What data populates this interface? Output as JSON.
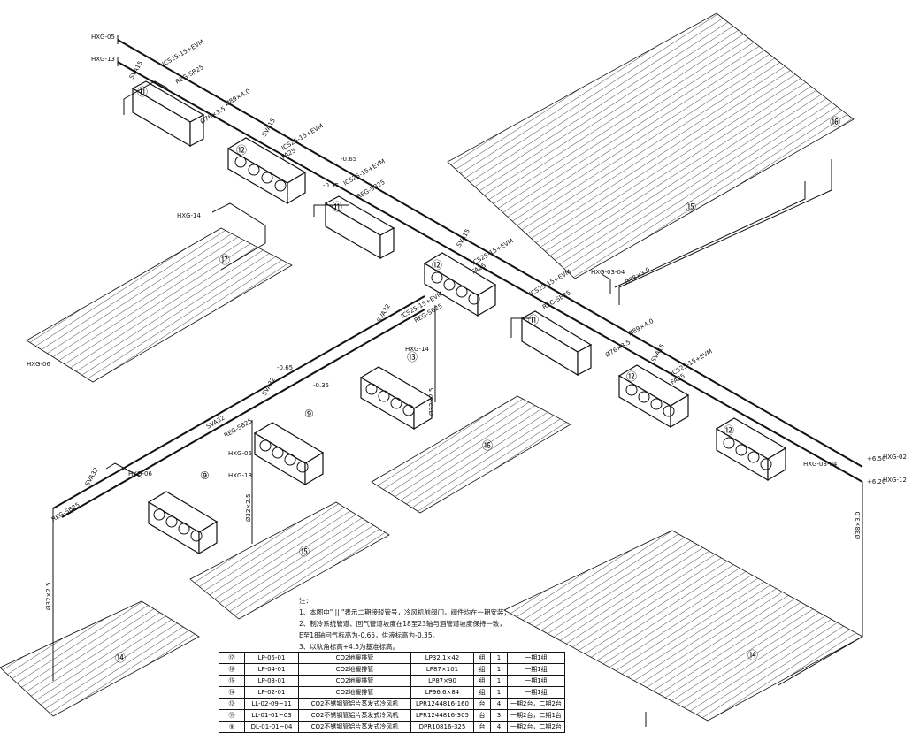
{
  "connections": {
    "hxg05_top": "HXG-05",
    "hxg13_top": "HXG-13",
    "hxg14": "HXG-14",
    "hxg06": "HXG-06",
    "hxg05_mid": "HXG-05",
    "hxg13_mid": "HXG-13",
    "hxg06_mid": "HXG-06",
    "hxg14_mid": "HXG-14",
    "hxg0304": "HXG-03-04",
    "hxg0304_b": "HXG-03-04",
    "hxg02": "HXG-02",
    "hxg12": "HXG-12"
  },
  "pipe_sizes": {
    "p1": "Ø89×4.0",
    "p2": "Ø76×3.5",
    "p3": "Ø89×4.0",
    "p4": "Ø76×3.5",
    "p5": "Ø32×2.5",
    "p6": "Ø32×2.5",
    "p7": "Ø32×2.5",
    "p8": "Ø38×3.0",
    "p9": "Ø38×3.0"
  },
  "elevations": {
    "e1": "-0.65",
    "e2": "-0.35",
    "e3": "-0.65",
    "e4": "-0.35",
    "e5": "+6.50",
    "e6": "+6.20"
  },
  "valve_labels": {
    "sv1": "SVA15",
    "sv2": "SVA32",
    "sv3": "SVA32",
    "sv4": "SVA32",
    "sv5": "SVA32",
    "sv6": "SVA15",
    "sv7": "SVA15",
    "sv8": "SVA15",
    "ic1": "ICS25-15+EVM",
    "ic2": "ICS25-15+EVM",
    "ic3": "ICS25-15+EVM",
    "ic4": "ICS25-15+EVM",
    "ic5": "ICS25-15+EVM",
    "ic6": "ICS25-15+EVM",
    "ic7": "ICS25-15+EVM",
    "fa1": "FA25",
    "fa2": "FA25",
    "fa3": "FA25",
    "reg1": "REG-SB25",
    "reg2": "REG-SB25",
    "reg3": "REG-SB25",
    "reg4": "REG-SB25",
    "reg5": "REG-SB25",
    "reg6": "REG-SB25"
  },
  "markers": {
    "m11a": "⑪",
    "m11b": "⑪",
    "m11c": "⑪",
    "m12a": "⑫",
    "m12b": "⑫",
    "m12c": "⑫",
    "m12d": "⑫",
    "m9a": "⑨",
    "m9b": "⑨",
    "m13": "⑬",
    "m14a": "⑭",
    "m14b": "⑭",
    "m15a": "⑮",
    "m15b": "⑮",
    "m16a": "⑯",
    "m16b": "⑯",
    "m17": "⑰"
  },
  "notes": {
    "title": "注：",
    "line1": "1、本图中\" || \"表示二期接驳管号，冷风机前阀门，阀件均在一期安装；",
    "line2": "2、制冷系统管道、回气管道坡度在18至23轴与酒管道坡度保持一致，",
    "line3": "   E至18轴回气标高为-0.65，供液标高为-0.35。",
    "line4": "3、以轨角标高+4.5为基准标高。"
  },
  "legend": [
    {
      "no": "⑰",
      "code": "LP-05-01",
      "name": "CO2地暖排管",
      "model": "LP32.1×42",
      "unit": "组",
      "qty": "1",
      "remark": "一期1组"
    },
    {
      "no": "⑯",
      "code": "LP-04-01",
      "name": "CO2地暖排管",
      "model": "LP87×101",
      "unit": "组",
      "qty": "1",
      "remark": "一期1组"
    },
    {
      "no": "⑮",
      "code": "LP-03-01",
      "name": "CO2地暖排管",
      "model": "LP87×90",
      "unit": "组",
      "qty": "1",
      "remark": "一期1组"
    },
    {
      "no": "⑭",
      "code": "LP-02-01",
      "name": "CO2地暖排管",
      "model": "LP96.6×84",
      "unit": "组",
      "qty": "1",
      "remark": "一期1组"
    },
    {
      "no": "⑫",
      "code": "LL-02-09~11",
      "name": "CO2不锈钢管铝片蒸发式冷风机",
      "model": "LPR1244816-160",
      "unit": "台",
      "qty": "4",
      "remark": "一期2台，二期2台"
    },
    {
      "no": "⑪",
      "code": "LL-01-01~03",
      "name": "CO2不锈钢管铝片蒸发式冷风机",
      "model": "LPR1244816-305",
      "unit": "台",
      "qty": "3",
      "remark": "一期2台，二期1台"
    },
    {
      "no": "⑨",
      "code": "DL-01-01~04",
      "name": "CO2不锈钢管铝片蒸发式冷风机",
      "model": "DPR10816-325",
      "unit": "台",
      "qty": "4",
      "remark": "一期2台，二期2台"
    }
  ]
}
